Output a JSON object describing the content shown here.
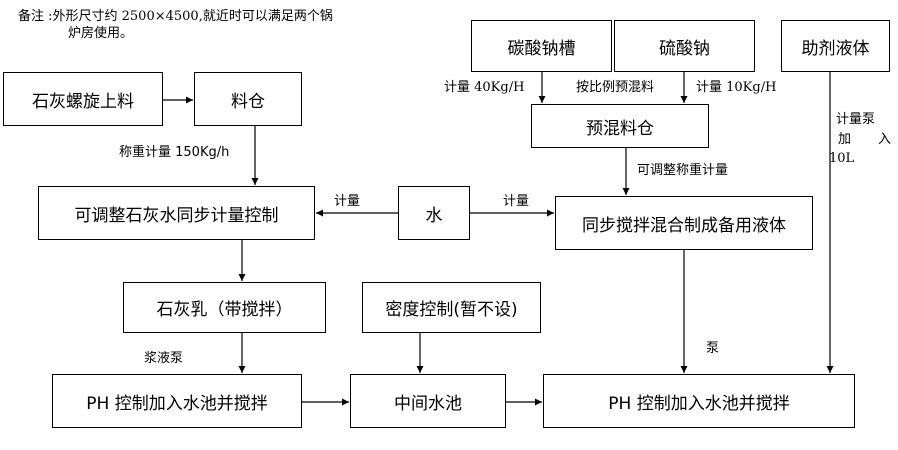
{
  "note": {
    "line1": "备注 :外形尺寸约 2500×4500,就近时可以满足两个锅",
    "line2": "炉房使用。"
  },
  "nodes": {
    "sodium_carbonate": "碳酸钠槽",
    "sodium_sulfate": "硫酸钠",
    "additive": "助剂液体",
    "lime_screw": "石灰螺旋上料",
    "silo": "料仓",
    "premix_silo": "预混料仓",
    "lime_water_control": "可调整石灰水同步计量控制",
    "water": "水",
    "sync_mix": "同步搅拌混合制成备用液体",
    "lime_milk": "石灰乳（带搅拌）",
    "density": "密度控制(暂不设)",
    "ph_left": "PH 控制加入水池并搅拌",
    "mid_pool": "中间水池",
    "ph_right": "PH 控制加入水池并搅拌"
  },
  "labels": {
    "meter_40": "计量 40Kg/H",
    "premix_ratio": "按比例预混料",
    "meter_10": "计量 10Kg/H",
    "pump_meter": "计量泵",
    "add_1": "加",
    "add_2": "入",
    "add_3": "10L",
    "weigh_150": "称重计量 150Kg/h",
    "adjustable_weigh": "可调整称重计量",
    "meter_left": "计量",
    "meter_right": "计量",
    "slurry_pump": "浆液泵",
    "pump": "泵"
  }
}
